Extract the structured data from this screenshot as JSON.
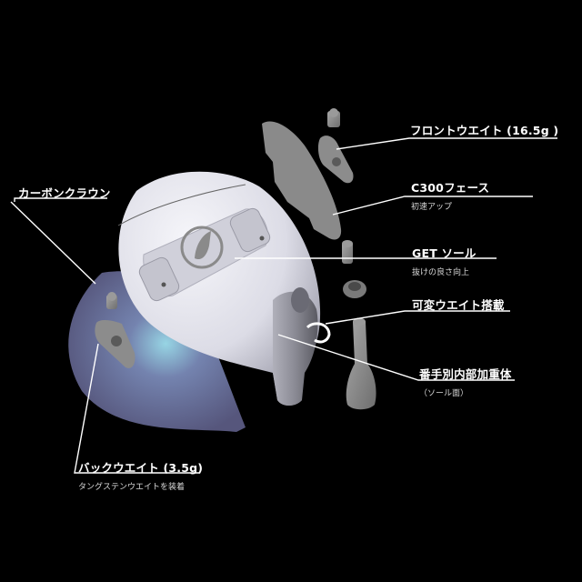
{
  "diagram": {
    "subject": "golf-fairway-wood-exploded-view",
    "colors": {
      "background": "#000000",
      "head_body": "#e6e6ee",
      "head_shadow": "#8a8a96",
      "crown_panel": "#6e6e92",
      "crown_glow": "#8fd0e8",
      "parts_gray": "#8c8c8c",
      "leader_line": "#ffffff"
    },
    "labels": {
      "front_weight": {
        "title": "フロントウエイト (16.5g )"
      },
      "face": {
        "title": "C300フェース",
        "sub": "初速アップ"
      },
      "sole": {
        "title": "GET ソール",
        "sub": "抜けの良さ向上"
      },
      "variable_weight": {
        "title": "可変ウエイト搭載"
      },
      "internal_weight": {
        "title": "番手別内部加重体",
        "sub": "（ソール面）"
      },
      "carbon_crown": {
        "title": "カーボンクラウン"
      },
      "back_weight": {
        "title": "バックウエイト (3.5g)",
        "sub": "タングステンウエイトを装着"
      }
    }
  }
}
